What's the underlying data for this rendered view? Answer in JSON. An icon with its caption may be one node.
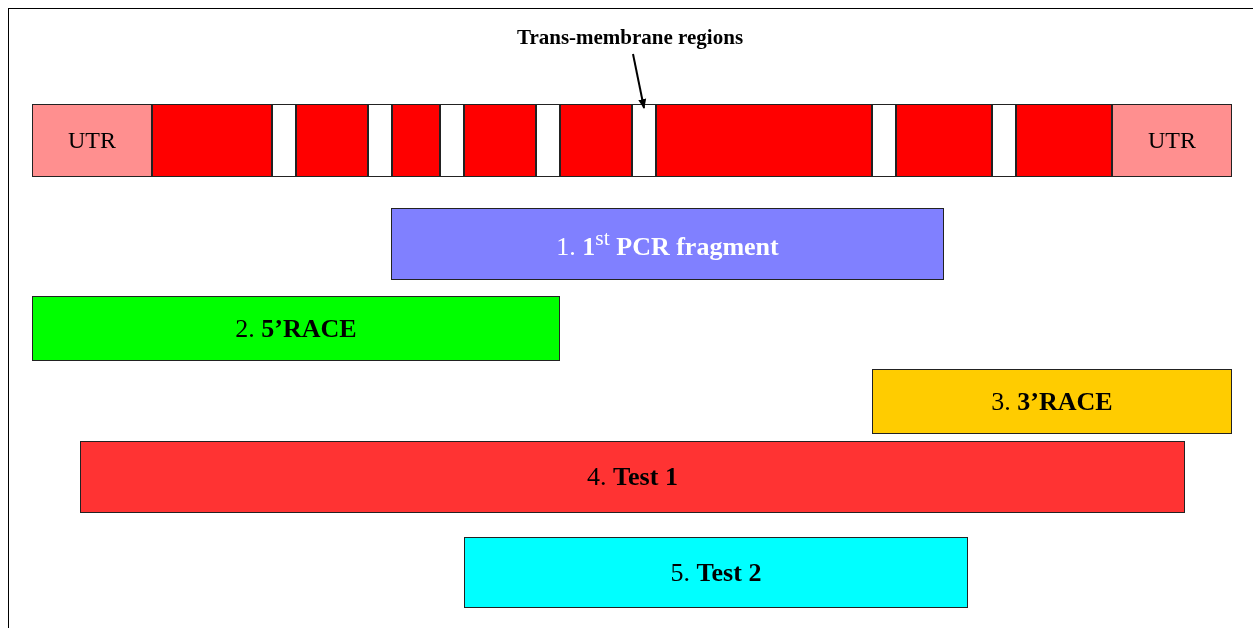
{
  "diagram": {
    "nodes": [
      {
        "text": [
          "Trans-membrane regions"
        ]
      },
      {
        "text": [
          "UTR"
        ]
      },
      {
        "text": [],
        "shape": "box"
      },
      {
        "text": [],
        "shape": "box"
      },
      {
        "text": [],
        "shape": "box"
      },
      {
        "text": [],
        "shape": "box"
      },
      {
        "text": [],
        "shape": "box"
      },
      {
        "text": [],
        "shape": "box"
      },
      {
        "text": [],
        "shape": "box"
      },
      {
        "text": [],
        "shape": "box"
      },
      {
        "text": [],
        "shape": "box"
      },
      {
        "text": [],
        "shape": "box"
      },
      {
        "text": [],
        "shape": "box"
      },
      {
        "text": [],
        "shape": "box"
      },
      {
        "text": [],
        "shape": "box"
      },
      {
        "text": [],
        "shape": "box"
      },
      {
        "text": [],
        "shape": "box"
      },
      {
        "text": [
          "UTR"
        ]
      },
      {
        "text": [
          "1. **1**$^{st}$ **PCR fragment**"
        ]
      },
      {
        "text": [
          "2. **5’RACE**"
        ]
      },
      {
        "text": [
          "3. **3’RACE**"
        ]
      },
      {
        "text": [
          "4. **Test 1**"
        ]
      },
      {
        "text": [
          "5. **Test 2**"
        ]
      }
    ],
    "edges": [
      {
        "from": 0,
        "to": 11,
        "arrow": "to"
      }
    ]
  }
}
